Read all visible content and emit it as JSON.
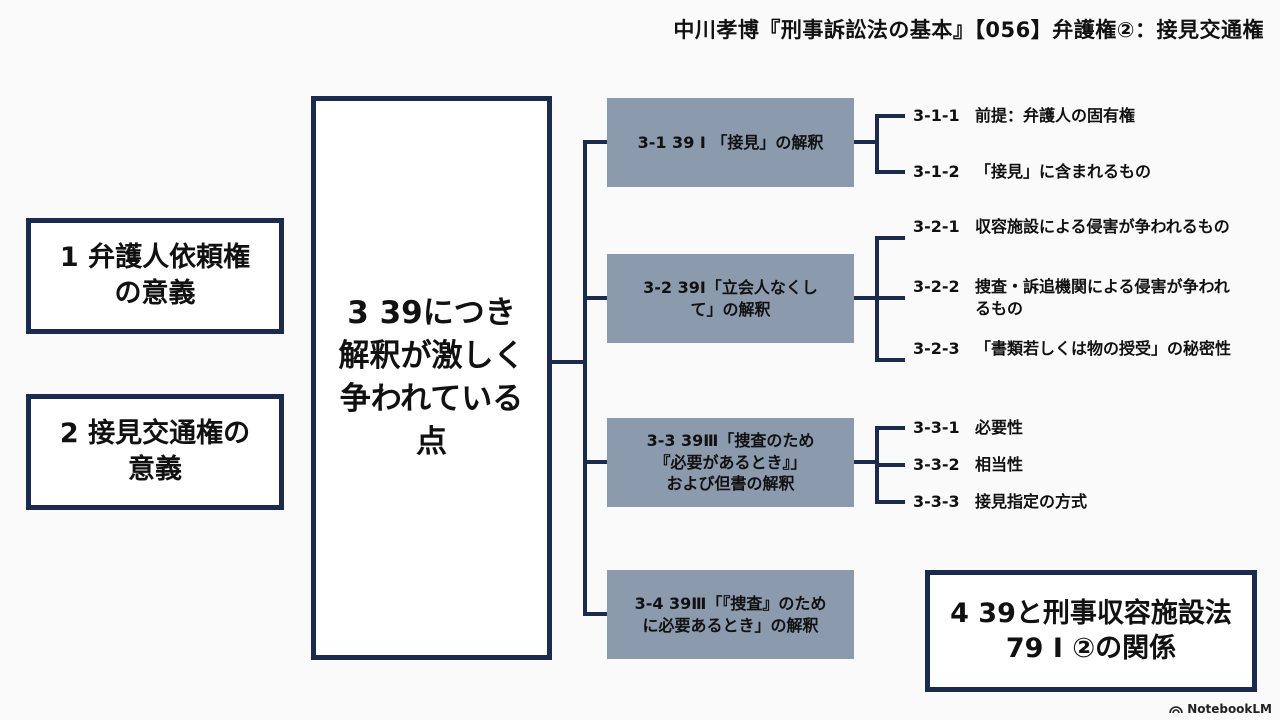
{
  "header": {
    "title": "中川孝博『刑事訴訟法の基本』【056】弁護権②：接見交通権"
  },
  "boxes": {
    "b1": [
      "1 弁護人依頼権",
      "の意義"
    ],
    "b2": [
      "2 接見交通権の",
      "意義"
    ],
    "b3": [
      "3 39につき",
      "解釈が激しく",
      "争われている点"
    ],
    "b4": [
      "4 39と刑事収容施設法",
      "79 I ②の関係"
    ]
  },
  "middles": {
    "m1": [
      "3-1 39 I 「接見」の解釈"
    ],
    "m2": [
      "3-2 39I「立会人なくし",
      "て」の解釈"
    ],
    "m3": [
      "3-3 39Ⅲ「捜査のため",
      "『必要があるとき』」",
      "および但書の解釈"
    ],
    "m4": [
      "3-4 39Ⅲ「『捜査』のため",
      "に必要あるとき」の解釈"
    ]
  },
  "leaves": [
    {
      "num": "3-1-1",
      "text": "前提：弁護人の固有権"
    },
    {
      "num": "3-1-2",
      "text": "「接見」に含まれるもの"
    },
    {
      "num": "3-2-1",
      "text": "収容施設による侵害が争われるもの"
    },
    {
      "num": "3-2-2",
      "text": "捜査・訴追機関による侵害が争われるもの"
    },
    {
      "num": "3-2-3",
      "text": "「書類若しくは物の授受」の秘密性"
    },
    {
      "num": "3-3-1",
      "text": "必要性"
    },
    {
      "num": "3-3-2",
      "text": "相当性"
    },
    {
      "num": "3-3-3",
      "text": "接見指定の方式"
    }
  ],
  "footer": {
    "brand": "NotebookLM",
    "icon": "notebooklm-logo-icon"
  },
  "colors": {
    "border": "#1b2b4d",
    "middle_fill": "#8c9aae",
    "background": "#fafafa"
  }
}
